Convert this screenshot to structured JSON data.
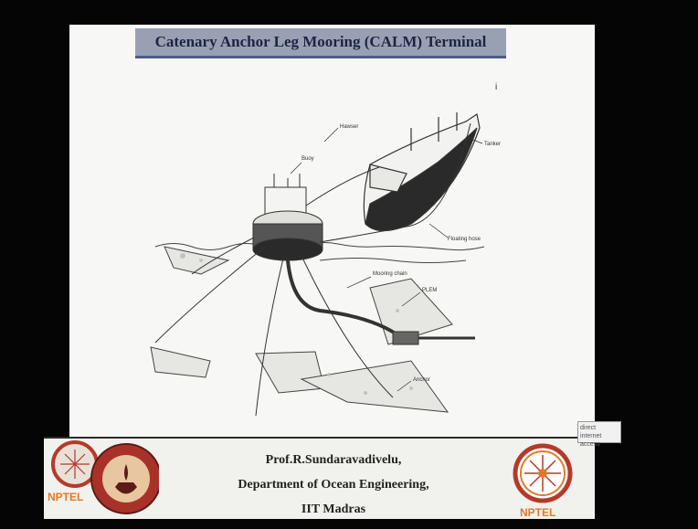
{
  "slide": {
    "title": "Catenary Anchor Leg Mooring (CALM) Terminal",
    "footer_lines": [
      "Prof.R.Sundaravadivelu,",
      "Department of Ocean Engineering,",
      "IIT Madras"
    ],
    "corner_letter": "i"
  },
  "diagram": {
    "labels": {
      "hawser": "Hawser",
      "tanker": "Tanker",
      "buoy": "Buoy",
      "floating_hose": "Floating hose",
      "mooring_chain": "Mooring chain",
      "plem": "PLEM",
      "anchor": "Anchor"
    }
  },
  "logos": {
    "left_text": "NPTEL",
    "right_text": "NPTEL"
  },
  "overlay_tag": {
    "line1": "direct",
    "line2": "internet access"
  },
  "colors": {
    "title_bar": "#9aa0b4",
    "title_underline": "#4f5a86",
    "slide_bg": "#f7f7f5",
    "logo_red": "#b43a2a",
    "logo_orange": "#e07a2a"
  }
}
